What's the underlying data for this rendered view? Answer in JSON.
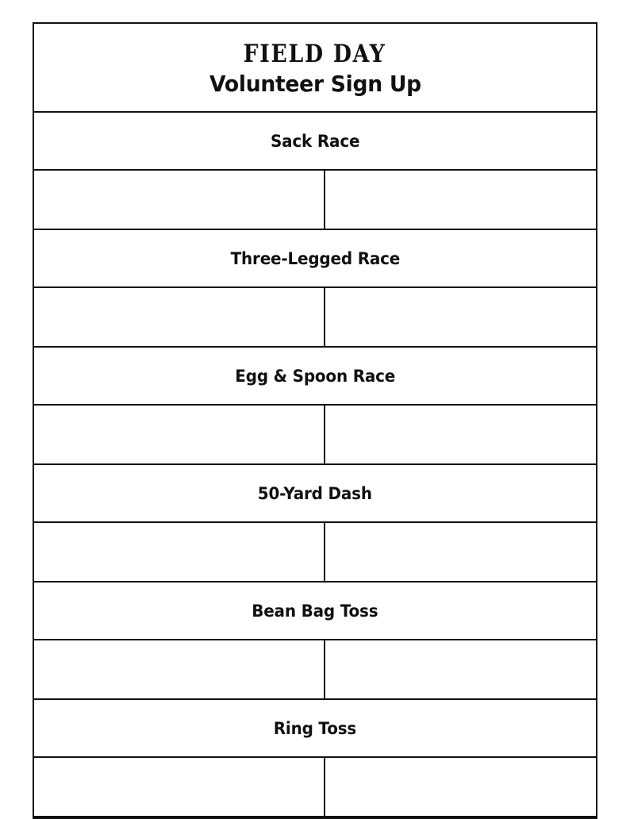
{
  "document": {
    "title_main": "FIELD DAY",
    "title_sub": "Volunteer Sign Up",
    "ink_color": "#111111",
    "paper_color": "#ffffff"
  },
  "activities": [
    {
      "name": "Sack Race"
    },
    {
      "name": "Three-Legged Race"
    },
    {
      "name": "Egg & Spoon Race"
    },
    {
      "name": "50-Yard Dash"
    },
    {
      "name": "Bean Bag Toss"
    },
    {
      "name": "Ring Toss"
    }
  ]
}
